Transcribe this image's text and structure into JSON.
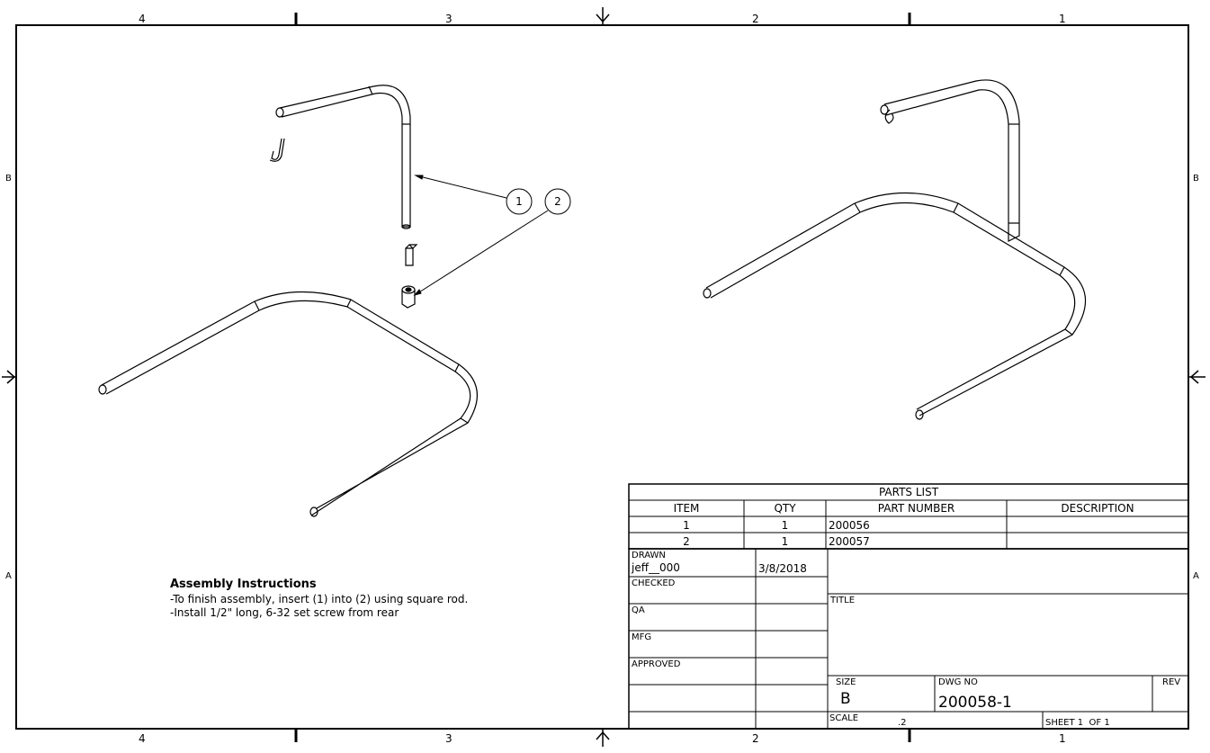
{
  "border": {
    "top_zones": [
      "4",
      "3",
      "2",
      "1"
    ],
    "bottom_zones": [
      "4",
      "3",
      "2",
      "1"
    ],
    "left_zones": [
      "B",
      "A"
    ],
    "right_zones": [
      "B",
      "A"
    ]
  },
  "balloons": [
    "1",
    "2"
  ],
  "assembly_instructions": {
    "title": "Assembly Instructions",
    "lines": [
      "-To finish assembly, insert (1) into (2) using square rod.",
      "-Install 1/2\" long, 6-32 set screw from rear"
    ]
  },
  "parts_list": {
    "title": "PARTS LIST",
    "headers": [
      "ITEM",
      "QTY",
      "PART NUMBER",
      "DESCRIPTION"
    ],
    "rows": [
      {
        "item": "1",
        "qty": "1",
        "part_number": "200056",
        "description": ""
      },
      {
        "item": "2",
        "qty": "1",
        "part_number": "200057",
        "description": ""
      }
    ]
  },
  "title_block": {
    "drawn_label": "DRAWN",
    "drawn_by": "jeff__000",
    "drawn_date": "3/8/2018",
    "checked_label": "CHECKED",
    "qa_label": "QA",
    "mfg_label": "MFG",
    "approved_label": "APPROVED",
    "title_label": "TITLE",
    "size_label": "SIZE",
    "size_value": "B",
    "dwg_no_label": "DWG NO",
    "dwg_no_value": "200058-1",
    "rev_label": "REV",
    "scale_label": "SCALE",
    "scale_value": ".2",
    "sheet_text": "SHEET 1  OF 1"
  }
}
